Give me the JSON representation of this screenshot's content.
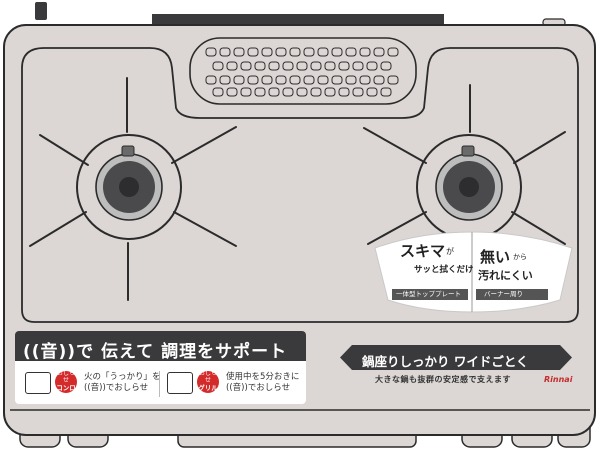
{
  "left_panel": {
    "title": "((音))で 伝えて 調理をサポート",
    "konro_badge": [
      "おしらせ",
      "コンロ"
    ],
    "konro_text": [
      "火の「うっかり」を",
      "((音))でおしらせ"
    ],
    "grill_badge": [
      "おしらせ",
      "グリル"
    ],
    "grill_text": [
      "使用中を5分おきに",
      "((音))でおしらせ"
    ]
  },
  "right_badge": {
    "text": "鍋座りしっかり ワイドごとく",
    "subtext": "大きな鍋も抜群の安定感で支えます",
    "brand": "Rinnai"
  },
  "feature_sticker": {
    "left_big": "スキマ",
    "left_particle": "が",
    "left_sub": "サッと拭くだけ",
    "left_caption": "一体型トッププレート",
    "right_big1": "無い",
    "right_particle": "から",
    "right_big2": "汚れにくい",
    "right_caption": "バーナー周り"
  },
  "colors": {
    "body": "#dcd7d5",
    "outline": "#2b2b2b",
    "badge_dark": "#3a3a3c",
    "accent_red": "#d32a2a"
  }
}
